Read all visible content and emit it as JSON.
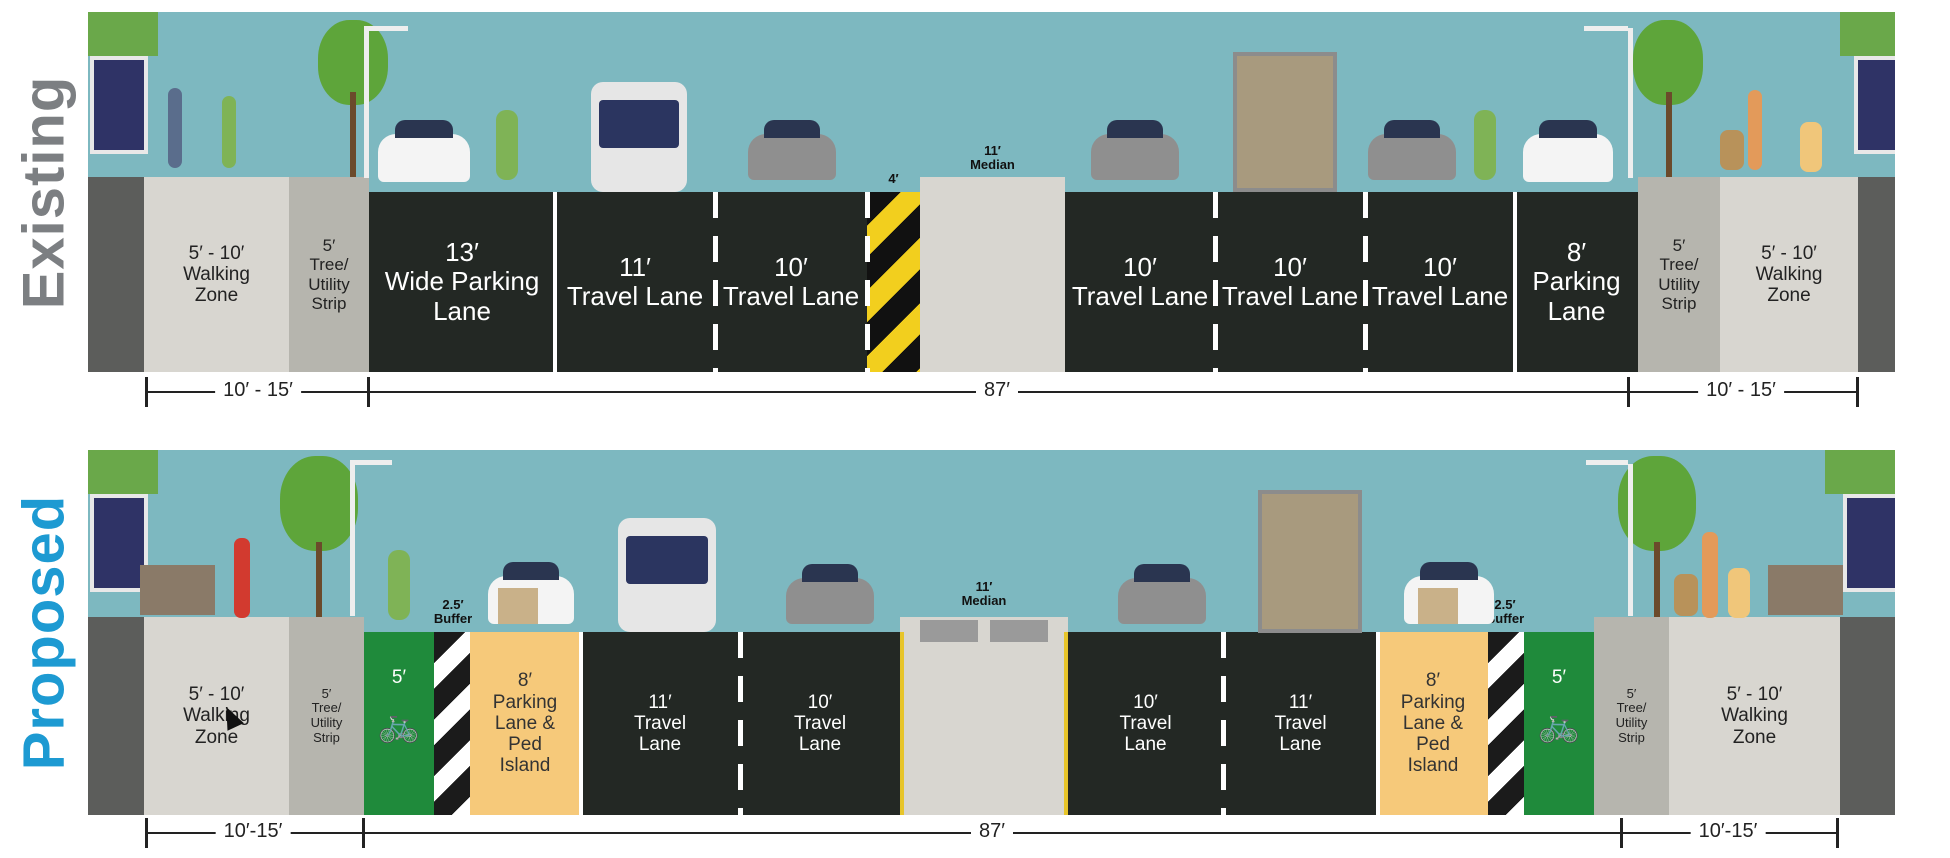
{
  "existing": {
    "title": "Existing",
    "title_color": "#7c7f82",
    "segments": [
      {
        "id": "walk-left",
        "type": "walk",
        "lines": [
          "5′ - 10′",
          "Walking",
          "Zone"
        ]
      },
      {
        "id": "tree-left",
        "type": "tree",
        "lines": [
          "5′",
          "Tree/",
          "Utility",
          "Strip"
        ]
      },
      {
        "id": "lane-1",
        "type": "asphalt",
        "lines": [
          "13′",
          "Wide Parking",
          "Lane"
        ]
      },
      {
        "id": "lane-2",
        "type": "asphalt",
        "lines": [
          "11′",
          "Travel Lane"
        ]
      },
      {
        "id": "lane-3",
        "type": "asphalt",
        "lines": [
          "10′",
          "Travel Lane"
        ]
      },
      {
        "id": "lane-4",
        "type": "asphalt",
        "lines": [
          "10′",
          "Travel Lane"
        ]
      },
      {
        "id": "lane-5",
        "type": "asphalt",
        "lines": [
          "10′",
          "Travel Lane"
        ]
      },
      {
        "id": "lane-6",
        "type": "asphalt",
        "lines": [
          "10′",
          "Travel Lane"
        ]
      },
      {
        "id": "lane-7",
        "type": "asphalt",
        "lines": [
          "8′",
          "Parking",
          "Lane"
        ]
      },
      {
        "id": "tree-right",
        "type": "tree",
        "lines": [
          "5′",
          "Tree/",
          "Utility",
          "Strip"
        ]
      },
      {
        "id": "walk-right",
        "type": "walk",
        "lines": [
          "5′ - 10′",
          "Walking",
          "Zone"
        ]
      }
    ],
    "hatch_label": "4′",
    "median_label": [
      "11′",
      "Median"
    ],
    "dimensions": {
      "left": "10′ - 15′",
      "center": "87′",
      "right": "10′ - 15′"
    }
  },
  "proposed": {
    "title": "Proposed",
    "title_color": "#1d9ad2",
    "segments": [
      {
        "id": "walk-left",
        "type": "walk",
        "lines": [
          "5′ - 10′",
          "Walking",
          "Zone"
        ]
      },
      {
        "id": "tree-left",
        "type": "tree",
        "lines": [
          "5′",
          "Tree/",
          "Utility",
          "Strip"
        ]
      },
      {
        "id": "bike-left",
        "type": "bike",
        "lines": [
          "5′"
        ]
      },
      {
        "id": "park-left",
        "type": "park",
        "lines": [
          "8′",
          "Parking",
          "Lane &",
          "Ped",
          "Island"
        ]
      },
      {
        "id": "lane-1",
        "type": "asphalt",
        "lines": [
          "11′",
          "Travel",
          "Lane"
        ]
      },
      {
        "id": "lane-2",
        "type": "asphalt",
        "lines": [
          "10′",
          "Travel",
          "Lane"
        ]
      },
      {
        "id": "lane-3",
        "type": "asphalt",
        "lines": [
          "10′",
          "Travel",
          "Lane"
        ]
      },
      {
        "id": "lane-4",
        "type": "asphalt",
        "lines": [
          "11′",
          "Travel",
          "Lane"
        ]
      },
      {
        "id": "park-right",
        "type": "park",
        "lines": [
          "8′",
          "Parking",
          "Lane &",
          "Ped",
          "Island"
        ]
      },
      {
        "id": "bike-right",
        "type": "bike",
        "lines": [
          "5′"
        ]
      },
      {
        "id": "tree-right",
        "type": "tree",
        "lines": [
          "5′",
          "Tree/",
          "Utility",
          "Strip"
        ]
      },
      {
        "id": "walk-right",
        "type": "walk",
        "lines": [
          "5′ - 10′",
          "Walking",
          "Zone"
        ]
      }
    ],
    "buffer_label": [
      "2.5′",
      "Buffer"
    ],
    "median_label": [
      "11′",
      "Median"
    ],
    "dimensions": {
      "left": "10′-15′",
      "center": "87′",
      "right": "10′-15′"
    }
  },
  "colors": {
    "sky": "#7db8c0",
    "asphalt": "#232824",
    "sidewalk": "#d8d6d0",
    "tree_strip": "#b6b5ae",
    "parking_island": "#f6c97a",
    "bike_lane": "#1f8a3b",
    "hatch_yellow": "#f2cf1e"
  },
  "icons": [
    "bicycle-icon",
    "mouse-cursor-icon"
  ]
}
